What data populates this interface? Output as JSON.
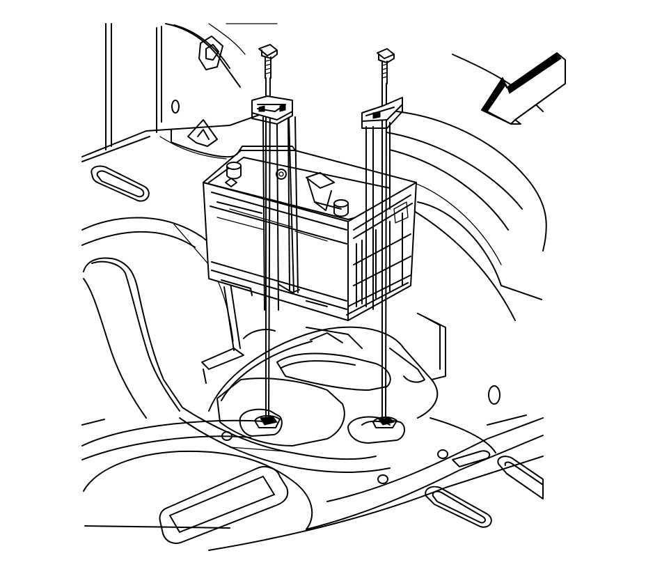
{
  "illustration": {
    "subject": "battery-hold-down-installation",
    "style": "line-art",
    "colors": {
      "background": "#ffffff",
      "line": "#000000"
    },
    "parts": [
      "battery",
      "hold-down-bolt-left",
      "hold-down-bolt-right",
      "hold-down-retainer-left",
      "hold-down-retainer-right",
      "battery-tray",
      "direction-arrow"
    ],
    "direction_arrow": {
      "icon": "forward-arrow-icon"
    }
  }
}
